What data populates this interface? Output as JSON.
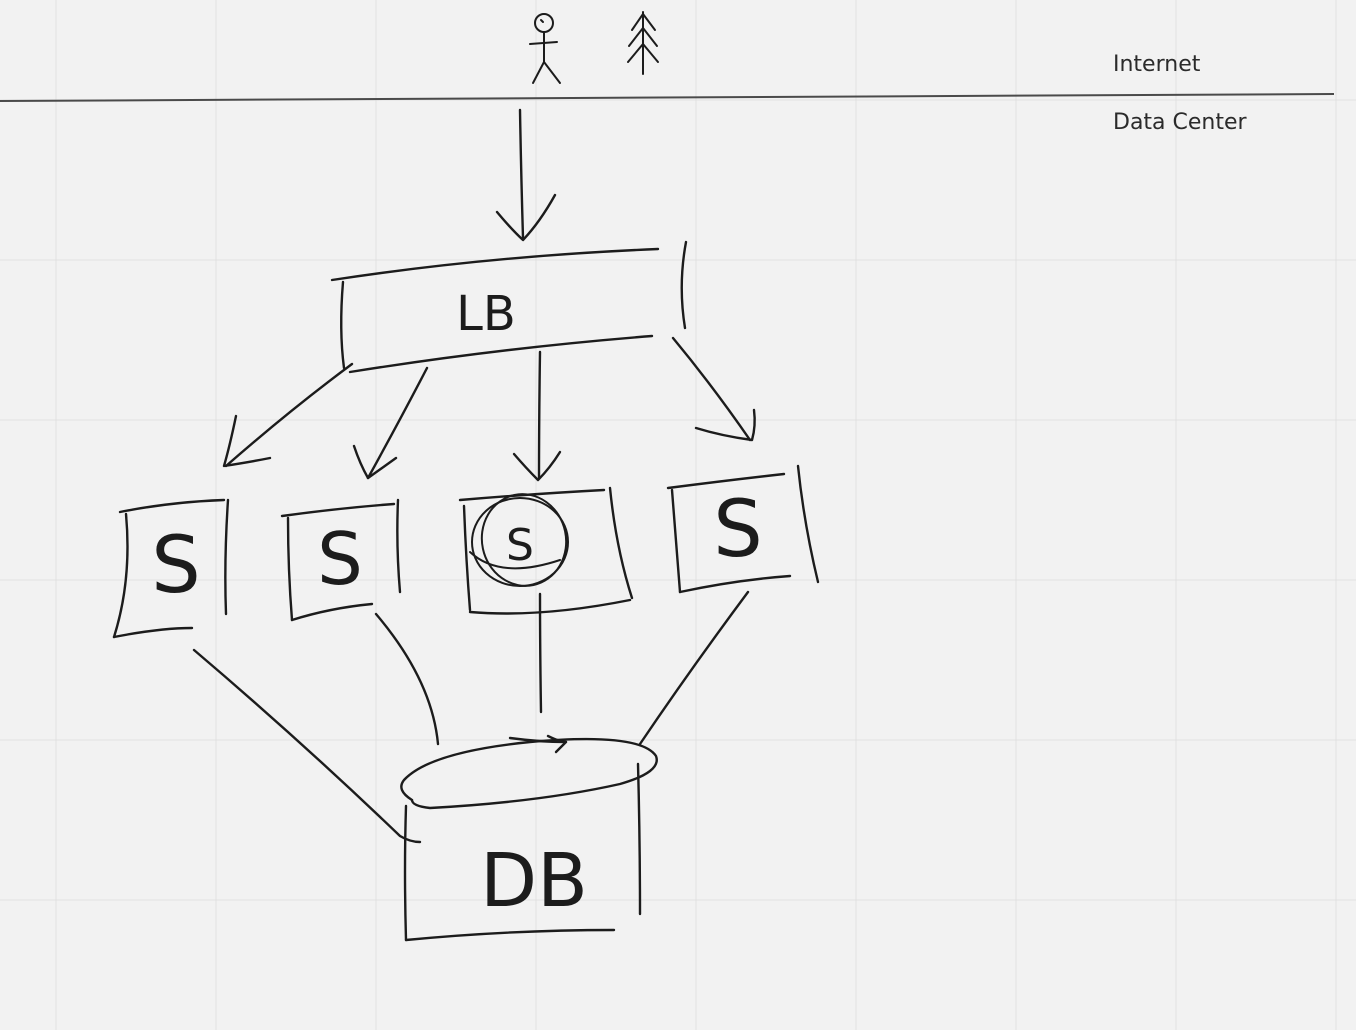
{
  "zones": {
    "internet": "Internet",
    "data_center": "Data Center"
  },
  "nodes": {
    "load_balancer": "LB",
    "servers": [
      "S",
      "S",
      "S",
      "S"
    ],
    "database": "DB"
  },
  "icons": [
    "stick-figure-icon",
    "tree-icon"
  ]
}
